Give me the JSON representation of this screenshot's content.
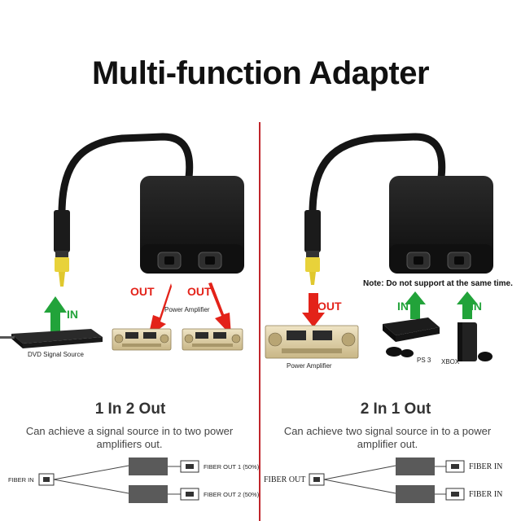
{
  "title": "Multi-function Adapter",
  "left": {
    "out_label_1": "OUT",
    "out_label_2": "OUT",
    "in_label": "IN",
    "amp_label": "Power Amplifier",
    "dvd_label": "DVD Signal Source",
    "heading": "1 In 2 Out",
    "description": "Can achieve a signal source in to two power amplifiers out.",
    "diagram": {
      "input_label": "FIBER IN",
      "output_1_label": "FIBER OUT 1 (50%)",
      "output_2_label": "FIBER OUT 2 (50%)"
    }
  },
  "right": {
    "note": "Note: Do not support at the same time.",
    "out_label": "OUT",
    "in_label_1": "IN",
    "in_label_2": "IN",
    "amp_label": "Power Amplifier",
    "ps3_label": "PS 3",
    "xbox_label": "XBOX",
    "heading": "2 In 1 Out",
    "description": "Can achieve two signal source in to a power amplifier out.",
    "diagram": {
      "output_label": "FIBER OUT",
      "input_1_label": "FIBER IN",
      "input_2_label": "FIBER IN"
    }
  },
  "colors": {
    "arrow_red": "#e32219",
    "arrow_green": "#22a33a",
    "divider": "#c0262c",
    "connector_tip": "#e8d23a",
    "amplifier_gold": "#d9c9a0"
  }
}
